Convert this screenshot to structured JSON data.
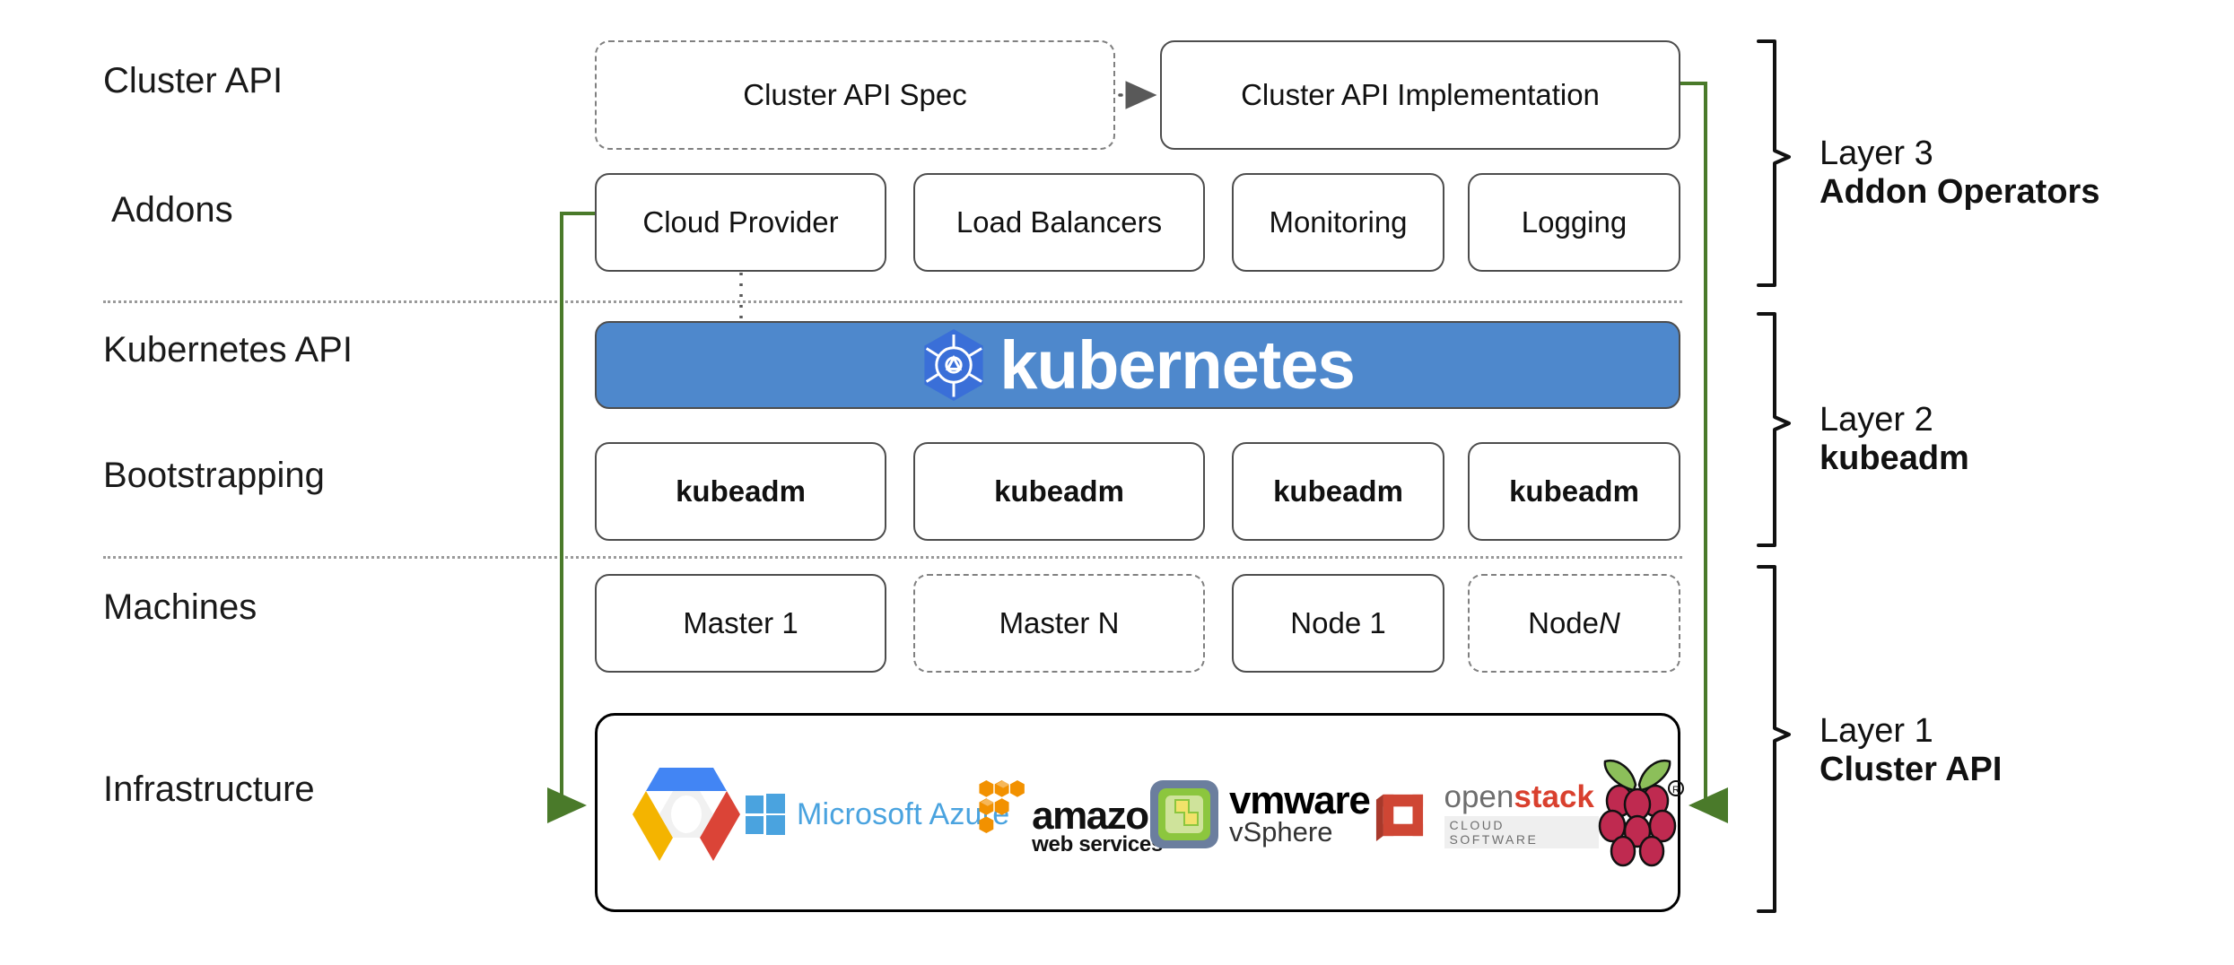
{
  "diagram": {
    "title": "Kubernetes Cluster API layered architecture",
    "accent_green": "#4a7a2a",
    "banner_blue": "#4e88cc",
    "box_border": "#4d4d4d"
  },
  "row_labels": [
    {
      "id": "cluster-api",
      "text": "Cluster API"
    },
    {
      "id": "addons",
      "text": "Addons"
    },
    {
      "id": "kubernetes-api",
      "text": "Kubernetes API"
    },
    {
      "id": "bootstrapping",
      "text": "Bootstrapping"
    },
    {
      "id": "machines",
      "text": "Machines"
    },
    {
      "id": "infrastructure",
      "text": "Infrastructure"
    }
  ],
  "cluster_api_row": {
    "spec": "Cluster API Spec",
    "implementation": "Cluster API Implementation"
  },
  "addons_row": {
    "items": [
      "Cloud Provider",
      "Load Balancers",
      "Monitoring",
      "Logging"
    ]
  },
  "kubernetes_banner": {
    "wordmark": "kubernetes",
    "logo_icon": "kubernetes-helm-wheel-icon"
  },
  "bootstrapping_row": {
    "items": [
      "kubeadm",
      "kubeadm",
      "kubeadm",
      "kubeadm"
    ]
  },
  "machines_row": {
    "items": [
      {
        "label": "Master 1",
        "style": "solid"
      },
      {
        "label": "Master N",
        "style": "dashed"
      },
      {
        "label": "Node 1",
        "style": "solid"
      },
      {
        "label": "Node N",
        "style": "dashed",
        "italic_suffix": "N",
        "prefix": "Node "
      }
    ]
  },
  "infrastructure_row": {
    "providers": [
      {
        "id": "google-cloud-platform",
        "name": "Google Cloud Platform",
        "icon": "gcp-hexagon-icon"
      },
      {
        "id": "microsoft-azure",
        "name": "Microsoft Azure",
        "icon": "azure-window-icon"
      },
      {
        "id": "amazon-web-services",
        "name_line1": "amazon",
        "name_line2": "web services",
        "icon": "aws-cubes-icon"
      },
      {
        "id": "vmware-vsphere",
        "name_line1": "vmware",
        "name_line2": "vSphere",
        "icon": "vmware-tile-icon"
      },
      {
        "id": "openstack",
        "name_part1": "open",
        "name_part2": "stack",
        "name_line2": "CLOUD SOFTWARE",
        "icon": "openstack-blocks-icon"
      },
      {
        "id": "raspberry-pi",
        "name": "Raspberry Pi",
        "icon": "raspberry-pi-icon"
      }
    ]
  },
  "layers": [
    {
      "id": "layer-3",
      "number": "Layer 3",
      "name": "Addon Operators"
    },
    {
      "id": "layer-2",
      "number": "Layer 2",
      "name": "kubeadm"
    },
    {
      "id": "layer-1",
      "number": "Layer 1",
      "name": "Cluster API"
    }
  ]
}
